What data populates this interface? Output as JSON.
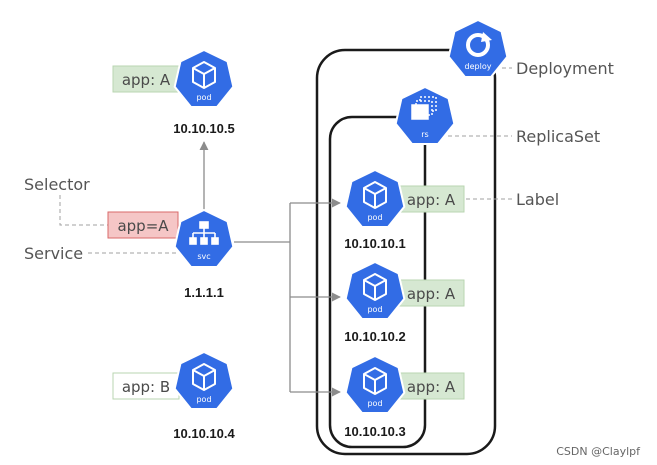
{
  "colors": {
    "k8s_blue": "#326ce5",
    "label_green_bg": "#d6e8d2",
    "label_green_border": "#b9d6b1",
    "selector_red_bg": "#f5c6c6",
    "selector_red_border": "#d96a6a",
    "line_gray": "#8c8c8c"
  },
  "icons": {
    "pod": "cube-icon",
    "service": "network-tree-icon",
    "replicaset": "stacked-squares-icon",
    "deployment": "rotate-arrow-icon"
  },
  "callouts": {
    "deployment": "Deployment",
    "replicaset": "ReplicaSet",
    "label": "Label",
    "selector": "Selector",
    "service": "Service"
  },
  "selector_tag": "app=A",
  "service": {
    "icon_text": "svc",
    "ip": "1.1.1.1"
  },
  "deployment_icon_text": "deploy",
  "replicaset_icon_text": "rs",
  "pod_icon_text": "pod",
  "pods": [
    {
      "id": "top",
      "label": "app: A",
      "ip": "10.10.10.5"
    },
    {
      "id": "rs1",
      "label": "app: A",
      "ip": "10.10.10.1"
    },
    {
      "id": "rs2",
      "label": "app: A",
      "ip": "10.10.10.2"
    },
    {
      "id": "rs3",
      "label": "app: A",
      "ip": "10.10.10.3"
    },
    {
      "id": "bottom",
      "label": "app: B",
      "ip": "10.10.10.4"
    }
  ],
  "watermark": "CSDN @Claylpf"
}
